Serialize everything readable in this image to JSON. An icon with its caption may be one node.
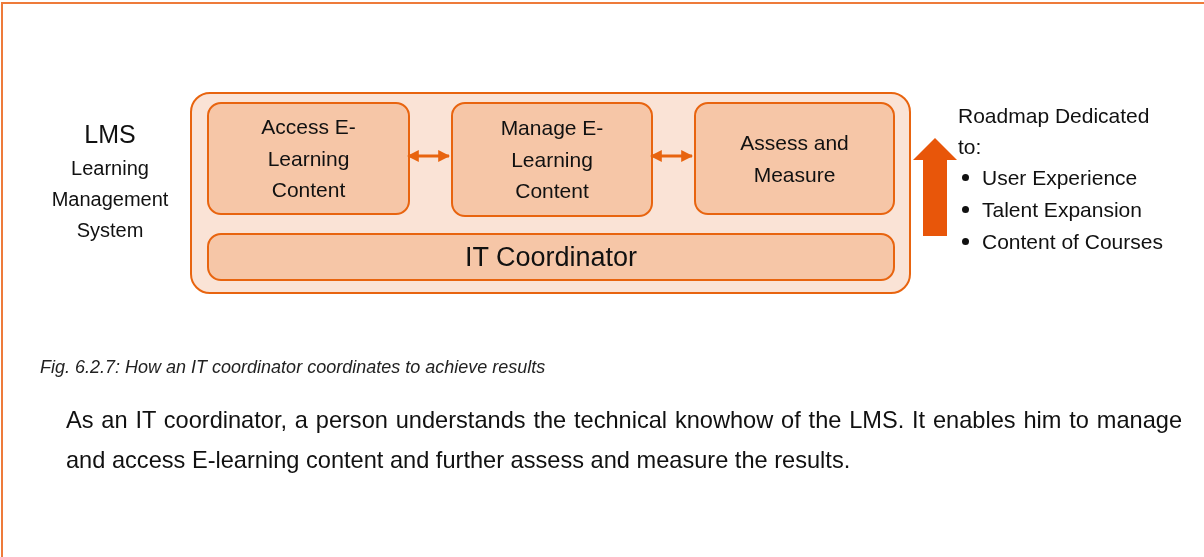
{
  "diagram": {
    "caption": "Fig. 6.2.7: How an IT coordinator coordinates to achieve results",
    "nodes": [
      {
        "text": [],
        "shape": "box"
      },
      {
        "text": [
          "Access E-Learning Content"
        ],
        "in": 0
      },
      {
        "text": [
          "Manage E-Learning Content"
        ],
        "in": 0
      },
      {
        "text": [
          "Assess and Measure"
        ],
        "in": 0
      },
      {
        "text": [
          "IT Coordinator"
        ],
        "in": 0
      }
    ],
    "edges": [
      {
        "from": 1,
        "to": 2,
        "arrow": "both"
      },
      {
        "from": 2,
        "to": 3,
        "arrow": "both"
      }
    ],
    "labels": [
      "LMS",
      "Learning Management System",
      "Roadmap Dedicated to:",
      "User Experience",
      "Talent Expansion",
      "Content of Courses",
      "As an IT coordinator, a person understands the technical knowhow of the LMS. It enables him to manage and access E-learning content and further assess and measure the results."
    ]
  }
}
